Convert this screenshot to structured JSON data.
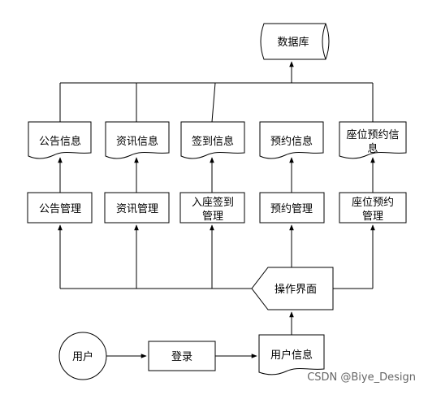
{
  "diagram": {
    "database": "数据库",
    "docs": {
      "announce": "公告信息",
      "news": "资讯信息",
      "signin": "签到信息",
      "booking": "预约信息",
      "seat_booking_line1": "座位预约信",
      "seat_booking_line2": "息"
    },
    "processes": {
      "announce_mgmt": "公告管理",
      "news_mgmt": "资讯管理",
      "seat_signin_line1": "入座签到",
      "seat_signin_line2": "管理",
      "booking_mgmt": "预约管理",
      "seat_booking_mgmt_line1": "座位预约",
      "seat_booking_mgmt_line2": "管理"
    },
    "interface": "操作界面",
    "user": "用户",
    "login": "登录",
    "user_info": "用户信息"
  },
  "watermark": "CSDN @Biye_Design"
}
